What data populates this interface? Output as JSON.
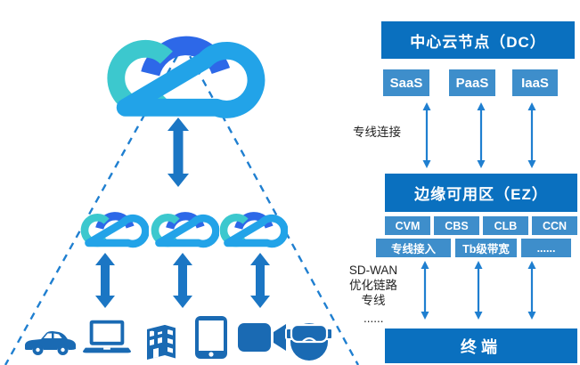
{
  "colors": {
    "dark_blue": "#0a70bf",
    "light_blue": "#3e8ecb",
    "thick_arrow": "#1b76c4",
    "thin_arrow": "#1f7fd0",
    "dash_blue": "#1f7fd0",
    "icon_blue": "#1a6ab3",
    "cloud_arc": "#2d68e8",
    "cloud_teal": "#3cc8ce",
    "cloud_light": "#22a3e8",
    "label_text": "#222222"
  },
  "left": {
    "top_cloud": "central-cloud",
    "middle_clouds": 3,
    "devices": [
      "car",
      "laptop",
      "building",
      "tablet",
      "video-camera",
      "vr-headset"
    ]
  },
  "right": {
    "dc_title": "中心云节点（DC）",
    "services": [
      "SaaS",
      "PaaS",
      "IaaS"
    ],
    "link_label": "专线连接",
    "ez_title": "边缘可用区（EZ）",
    "ez_components": [
      "CVM",
      "CBS",
      "CLB",
      "CCN"
    ],
    "ez_links": [
      "专线接入",
      "Tb级带宽",
      "......"
    ],
    "sdwan_lines": [
      "SD-WAN",
      "优化链路",
      "专线"
    ],
    "sdwan_more": "......",
    "terminal_title": "终端"
  }
}
